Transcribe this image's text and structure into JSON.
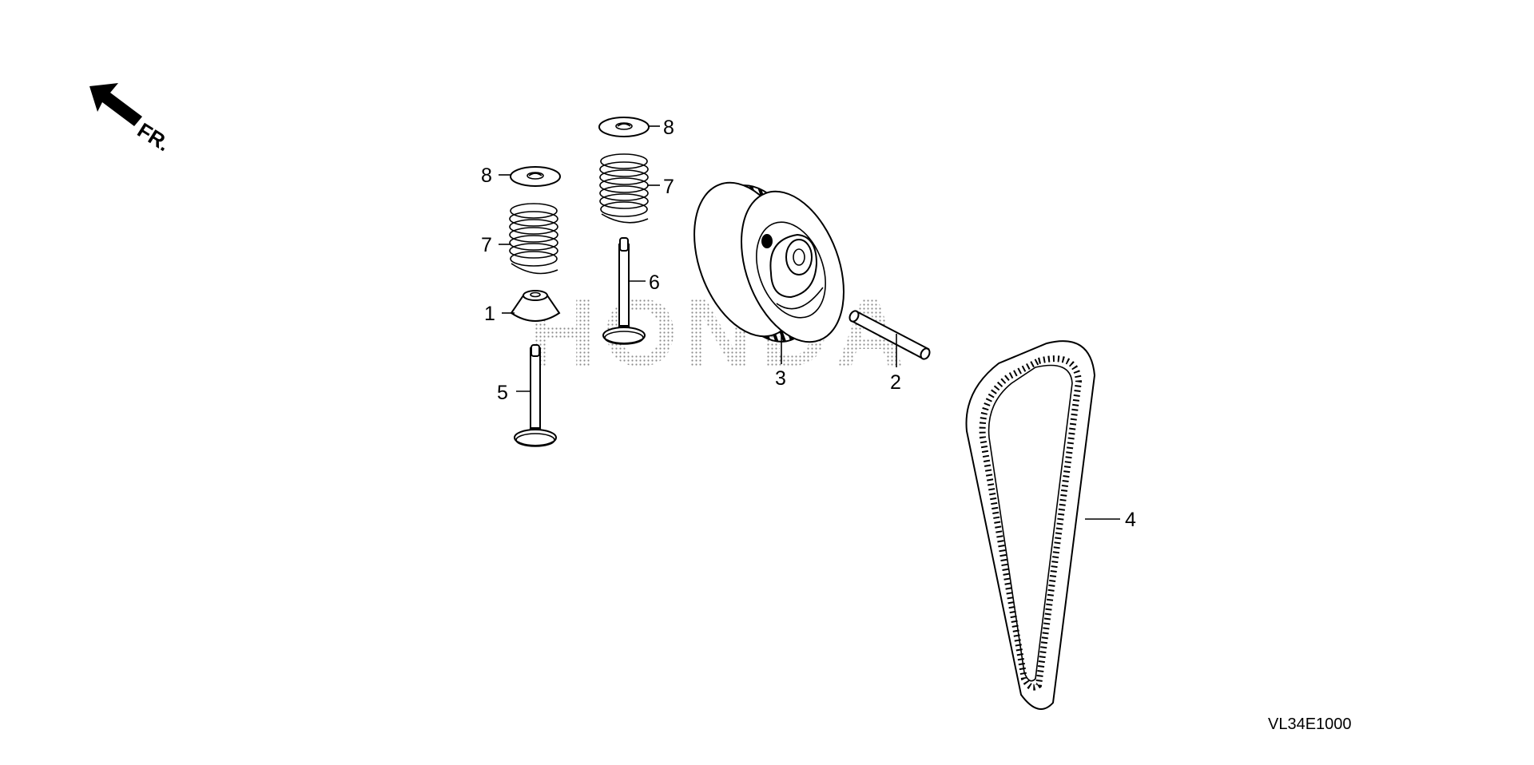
{
  "watermark": {
    "text": "HONDA",
    "pattern_color": "#8c8c8c"
  },
  "orientation": {
    "arrow_label": "FR."
  },
  "callouts": [
    {
      "id": "c1",
      "text": "1"
    },
    {
      "id": "c2",
      "text": "2"
    },
    {
      "id": "c3",
      "text": "3"
    },
    {
      "id": "c4",
      "text": "4"
    },
    {
      "id": "c5",
      "text": "5"
    },
    {
      "id": "c6",
      "text": "6"
    },
    {
      "id": "c7a",
      "text": "7"
    },
    {
      "id": "c7b",
      "text": "7"
    },
    {
      "id": "c8a",
      "text": "8"
    },
    {
      "id": "c8b",
      "text": "8"
    }
  ],
  "diagram_code": "VL34E1000"
}
